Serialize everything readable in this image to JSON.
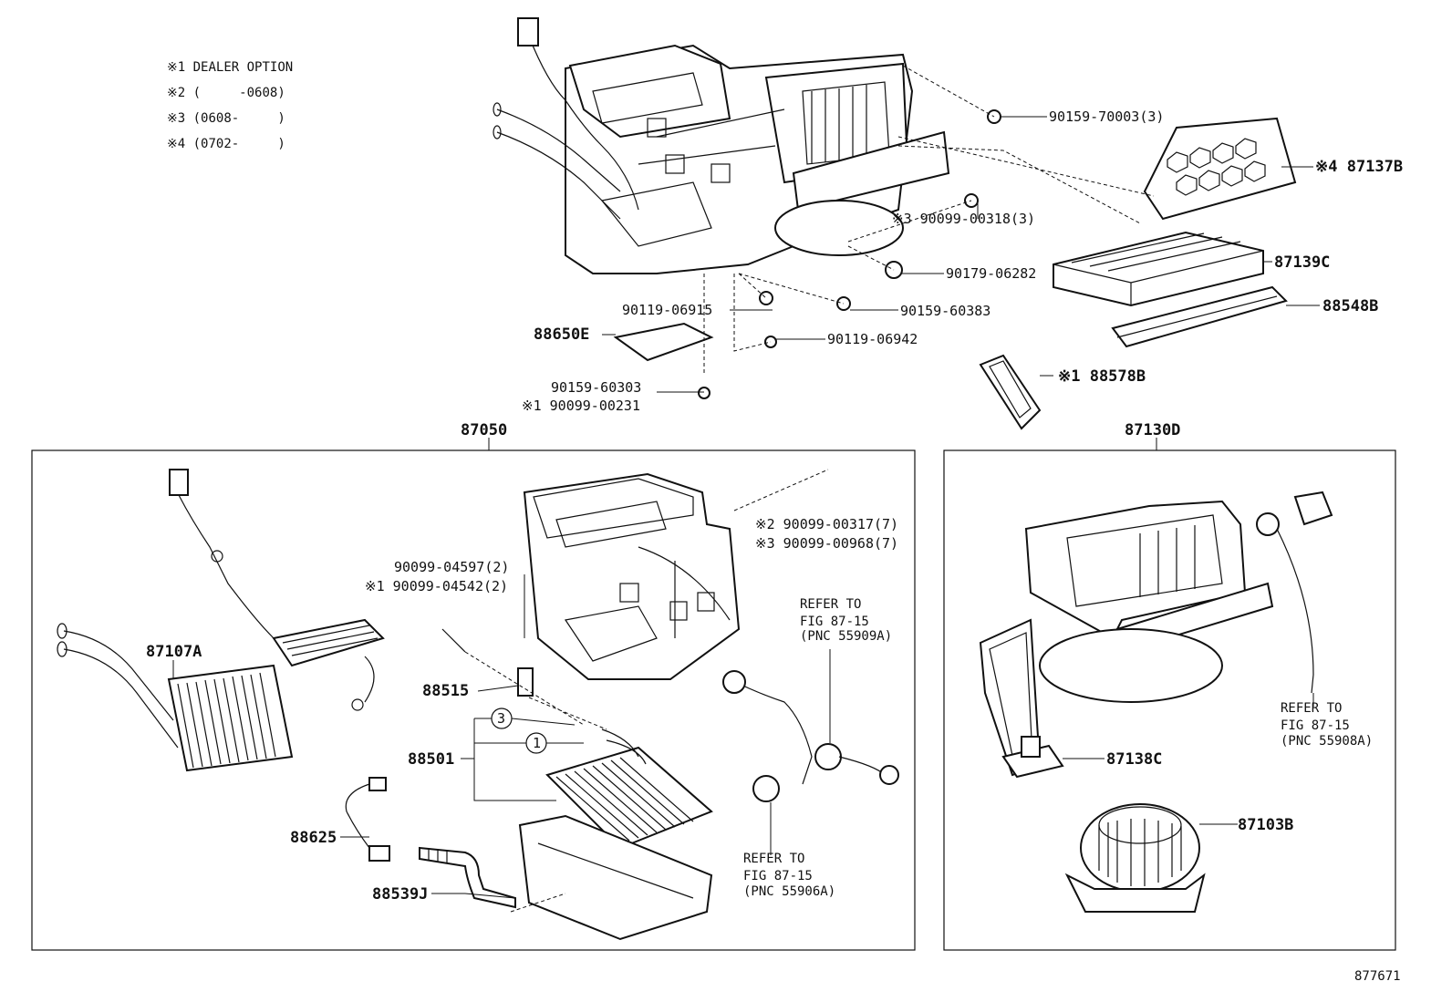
{
  "legend": [
    {
      "mark": "※1",
      "text": "DEALER OPTION"
    },
    {
      "mark": "※2",
      "text": "(     -0608)"
    },
    {
      "mark": "※3",
      "text": "(0608-     )"
    },
    {
      "mark": "※4",
      "text": "(0702-     )"
    }
  ],
  "parts": {
    "p90159_70003": "90159-70003(3)",
    "p87137B": "※4 87137B",
    "p90099_00318": "※3 90099-00318(3)",
    "p87139C": "87139C",
    "p90179_06282": "90179-06282",
    "p88548B": "88548B",
    "p90119_06915": "90119-06915",
    "p90159_60383": "90159-60383",
    "p88650E": "88650E",
    "p90119_06942": "90119-06942",
    "p88578B": "※1 88578B",
    "p90159_60303": "90159-60303",
    "p90099_00231": "※1 90099-00231",
    "p87050": "87050",
    "p87130D": "87130D",
    "p90099_00317": "※2 90099-00317(7)",
    "p90099_00968": "※3 90099-00968(7)",
    "p90099_04597": "90099-04597(2)",
    "p90099_04542": "※1 90099-04542(2)",
    "p87107A": "87107A",
    "p88515": "88515",
    "p88501": "88501",
    "p88625": "88625",
    "p88539J": "88539J",
    "p87138C": "87138C",
    "p87103B": "87103B",
    "callout3": "3",
    "callout1": "1"
  },
  "refs": {
    "r55909": [
      "REFER TO",
      "FIG 87-15",
      "(PNC 55909A)"
    ],
    "r55906": [
      "REFER TO",
      "FIG 87-15",
      "(PNC 55906A)"
    ],
    "r55908": [
      "REFER TO",
      "FIG 87-15",
      "(PNC 55908A)"
    ]
  },
  "figure_id": "877671"
}
